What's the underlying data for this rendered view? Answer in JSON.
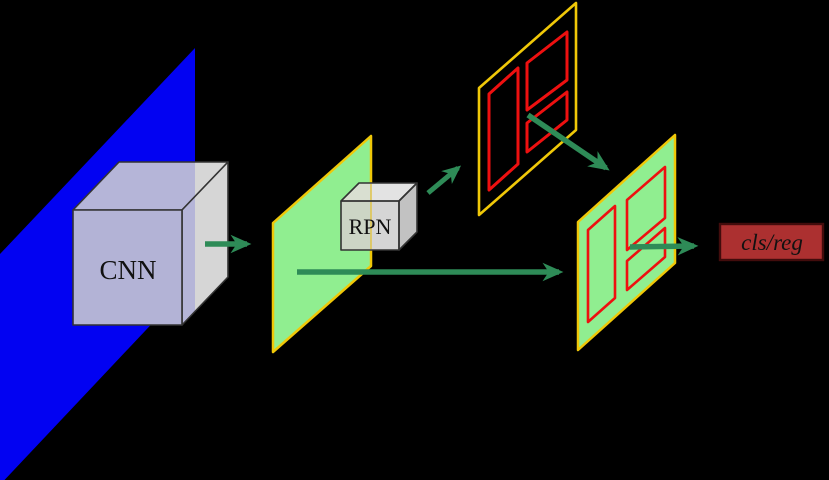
{
  "nodes": {
    "cnn": {
      "label": "CNN"
    },
    "rpn": {
      "label": "RPN"
    },
    "output": {
      "label": "cls/reg"
    }
  },
  "colors": {
    "background": "#000000",
    "image_plane": "#0202f2",
    "cnn_front": "#b3b3d6",
    "cnn_tint": "#b5b5d8",
    "cnn_gray": "#d6d6d6",
    "cube_outline": "#333333",
    "map_fill": "#90ee90",
    "panel_border": "#f0c808",
    "box_red": "#ee1010",
    "arrow": "#2e8b57",
    "rpn_front_tint": "#ccd5c5",
    "rpn_front": "#d5d5d5",
    "rpn_top_tint": "#d9dfd1",
    "rpn_top": "#e3e3e3",
    "rpn_side": "#c2c2c2",
    "map_edge_through_cube": "#e0c44a",
    "output_fill": "#ac3030",
    "output_border": "#420c0c",
    "label": "#111111"
  }
}
